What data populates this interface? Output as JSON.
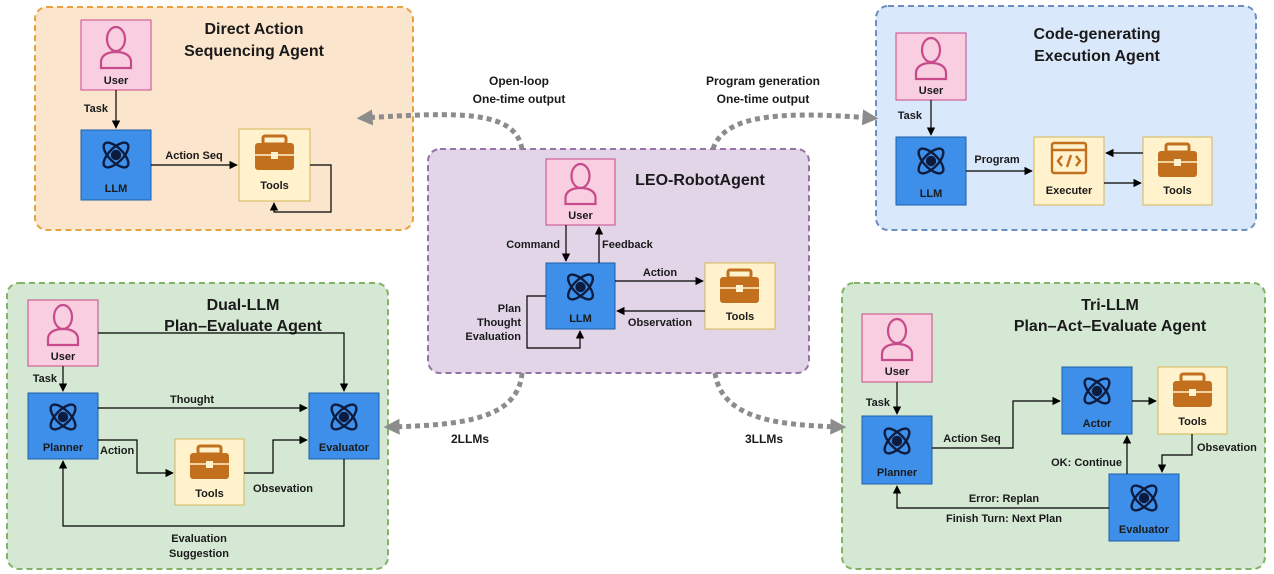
{
  "panels": {
    "direct": {
      "title": [
        "Direct Action",
        "Sequencing Agent"
      ],
      "user": "User",
      "llm": "LLM",
      "tools": "Tools",
      "task": "Task",
      "action_seq": "Action Seq"
    },
    "code": {
      "title": [
        "Code-generating",
        "Execution Agent"
      ],
      "user": "User",
      "llm": "LLM",
      "executer": "Executer",
      "tools": "Tools",
      "task": "Task",
      "program": "Program"
    },
    "leo": {
      "title": "LEO-RobotAgent",
      "user": "User",
      "llm": "LLM",
      "tools": "Tools",
      "command": "Command",
      "feedback": "Feedback",
      "action": "Action",
      "observation": "Observation",
      "loop_lines": [
        "Plan",
        "Thought",
        "Evaluation"
      ]
    },
    "dual": {
      "title": [
        "Dual-LLM",
        "Plan–Evaluate Agent"
      ],
      "user": "User",
      "planner": "Planner",
      "evaluator": "Evaluator",
      "tools": "Tools",
      "task": "Task",
      "thought": "Thought",
      "action": "Action",
      "observation": "Obsevation",
      "evaluation_lines": [
        "Evaluation",
        "Suggestion"
      ]
    },
    "tri": {
      "title": [
        "Tri-LLM",
        "Plan–Act–Evaluate Agent"
      ],
      "user": "User",
      "planner": "Planner",
      "actor": "Actor",
      "tools": "Tools",
      "evaluator": "Evaluator",
      "task": "Task",
      "action_seq": "Action Seq",
      "observation": "Obsevation",
      "ok_continue": "OK: Continue",
      "error_replan": "Error: Replan",
      "finish_turn": "Finish Turn: Next Plan"
    }
  },
  "connectors": {
    "top_left": [
      "Open-loop",
      "One-time output"
    ],
    "top_right": [
      "Program generation",
      "One-time output"
    ],
    "bottom_left": "2LLMs",
    "bottom_right": "3LLMs"
  },
  "colors": {
    "orange_fill": "#fce5cd",
    "orange_stroke": "#e6a23c",
    "blue_fill": "#dae8fc",
    "blue_stroke": "#6c8ebf",
    "purple_fill": "#e1d5e7",
    "purple_stroke": "#9673a6",
    "green_fill": "#d5e8d4",
    "green_stroke": "#82b366",
    "user_fill": "#f8cee0",
    "user_stroke": "#c74a8a",
    "llm_fill": "#3d8fe9",
    "llm_stroke": "#1f5fa8",
    "tool_fill": "#fff2cc",
    "tool_stroke": "#d6b656",
    "briefcase": "#c2701e",
    "dotted_arrow": "#8c8c8c"
  }
}
